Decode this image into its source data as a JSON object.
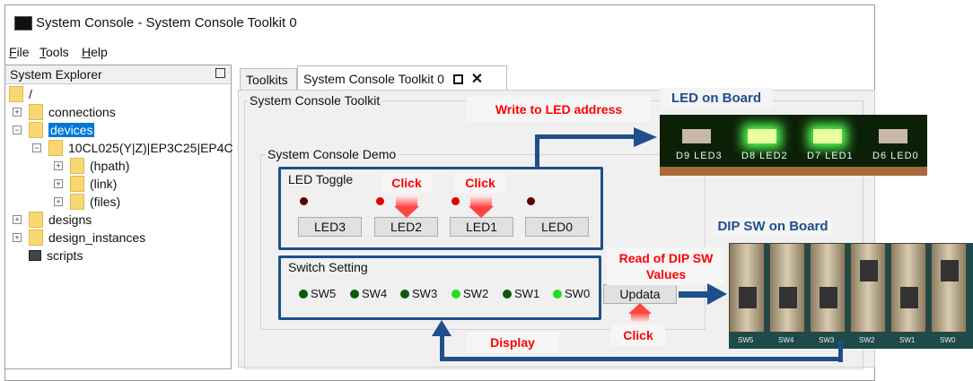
{
  "window": {
    "title": "System Console - System Console Toolkit 0"
  },
  "menu": [
    {
      "label": "File",
      "key": "F",
      "rest": "ile"
    },
    {
      "label": "Tools",
      "key": "T",
      "rest": "ools"
    },
    {
      "label": "Help",
      "key": "H",
      "rest": "elp"
    }
  ],
  "explorer": {
    "title": "System Explorer",
    "items": [
      "/",
      "connections",
      "devices",
      "10CL025(Y|Z)|EP3C25|EP4C",
      "(hpath)",
      "(link)",
      "(files)",
      "designs",
      "design_instances",
      "scripts"
    ]
  },
  "tabs": {
    "toolkits": "Toolkits",
    "active": "System Console Toolkit 0"
  },
  "panel": {
    "toolkit_group": "System Console Toolkit",
    "demo_group": "System Console Demo",
    "led_group": "LED Toggle",
    "leds": [
      {
        "label": "LED3",
        "on": false
      },
      {
        "label": "LED2",
        "on": true
      },
      {
        "label": "LED1",
        "on": true
      },
      {
        "label": "LED0",
        "on": false
      }
    ],
    "switch_group": "Switch Setting",
    "switches": [
      {
        "label": "SW5",
        "on": false
      },
      {
        "label": "SW4",
        "on": false
      },
      {
        "label": "SW3",
        "on": false
      },
      {
        "label": "SW2",
        "on": true
      },
      {
        "label": "SW1",
        "on": false
      },
      {
        "label": "SW0",
        "on": true
      }
    ],
    "update_button": "Updata"
  },
  "annotations": {
    "write": "Write to LED address",
    "led_board": "LED on Board",
    "click": "Click",
    "dip_board": "DIP SW on Board",
    "read": "Read of DIP SW Values",
    "display": "Display",
    "board_leds": [
      "D9 LED3",
      "D8 LED2",
      "D7 LED1",
      "D6 LED0"
    ],
    "board_sw": [
      "SW5",
      "SW4",
      "SW3",
      "SW2",
      "SW1",
      "SW0"
    ]
  },
  "colors": {
    "annotation_red": "#ff0000",
    "arrow_navy": "#1f4e8c",
    "led_on": "#e00000",
    "led_off": "#5a0000",
    "sw_on": "#22dd22",
    "sw_off": "#0a5a0a"
  }
}
